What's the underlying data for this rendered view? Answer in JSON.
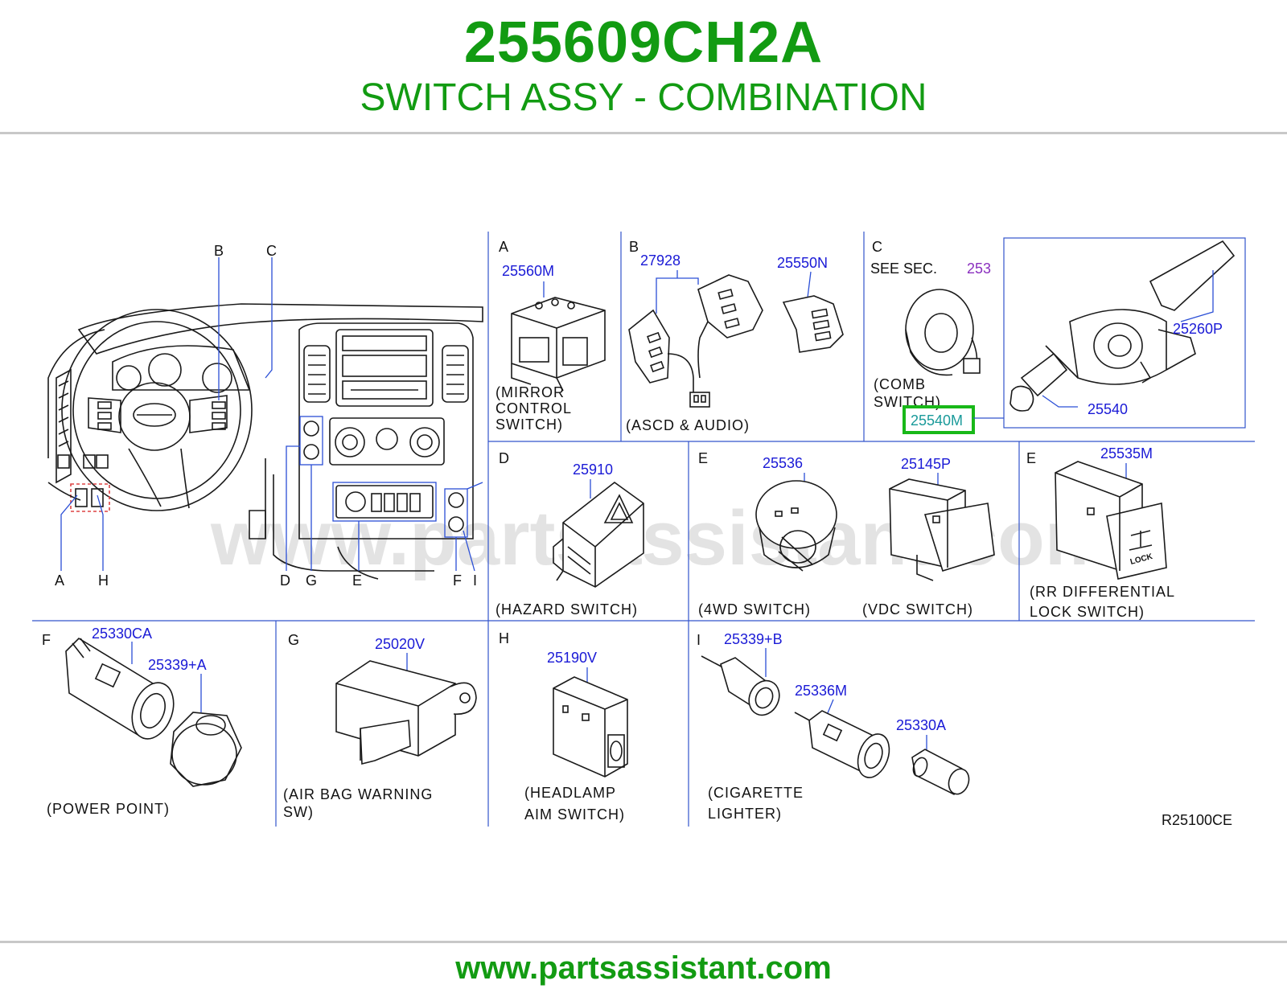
{
  "header": {
    "part_number": "255609CH2A",
    "part_name": "SWITCH ASSY - COMBINATION"
  },
  "footer": {
    "url": "www.partsassistant.com"
  },
  "watermark": "www.partsassistant.com",
  "colors": {
    "brand_green": "#129b12",
    "part_number_blue": "#1a1ad6",
    "section_ref_purple": "#8a2fbf",
    "highlight_green": "#18b818"
  },
  "diagram": {
    "overview_labels": {
      "b": "B",
      "c": "C",
      "a": "A",
      "h": "H",
      "d": "D",
      "g": "G",
      "e": "E",
      "f": "F",
      "i": "I"
    },
    "panel_a": {
      "letter": "A",
      "part": "25560M",
      "caption_1": "(MIRROR",
      "caption_2": "CONTROL",
      "caption_3": "SWITCH)"
    },
    "panel_b": {
      "letter": "B",
      "part_1": "27928",
      "part_2": "25550N",
      "caption": "(ASCD  &  AUDIO)"
    },
    "panel_c": {
      "letter": "C",
      "see_sec": "SEE  SEC.",
      "sec_ref": "253",
      "caption_1": "(COMB",
      "caption_2": "SWITCH)",
      "highlighted_part": "25540M",
      "part_1": "25260P",
      "part_2": "25540"
    },
    "panel_d": {
      "letter": "D",
      "part": "25910",
      "caption": "(HAZARD  SWITCH)"
    },
    "panel_e1": {
      "letter": "E",
      "part_1": "25536",
      "part_2": "25145P",
      "caption_1": "(4WD  SWITCH)",
      "caption_2": "(VDC  SWITCH)"
    },
    "panel_e2": {
      "letter": "E",
      "part": "25535M",
      "caption_1": "(RR  DIFFERENTIAL",
      "caption_2": "LOCK  SWITCH)",
      "icon_text": "LOCK"
    },
    "panel_f": {
      "letter": "F",
      "part_1": "25330CA",
      "part_2": "25339+A",
      "caption": "(POWER  POINT)"
    },
    "panel_g": {
      "letter": "G",
      "part": "25020V",
      "caption_1": "(AIR  BAG  WARNING",
      "caption_2": "SW)"
    },
    "panel_h": {
      "letter": "H",
      "part": "25190V",
      "caption_1": "(HEADLAMP",
      "caption_2": "AIM  SWITCH)"
    },
    "panel_i": {
      "letter": "I",
      "part_1": "25339+B",
      "part_2": "25336M",
      "part_3": "25330A",
      "caption_1": "(CIGARETTE",
      "caption_2": "LIGHTER)"
    },
    "figure_code": "R25100CE"
  }
}
